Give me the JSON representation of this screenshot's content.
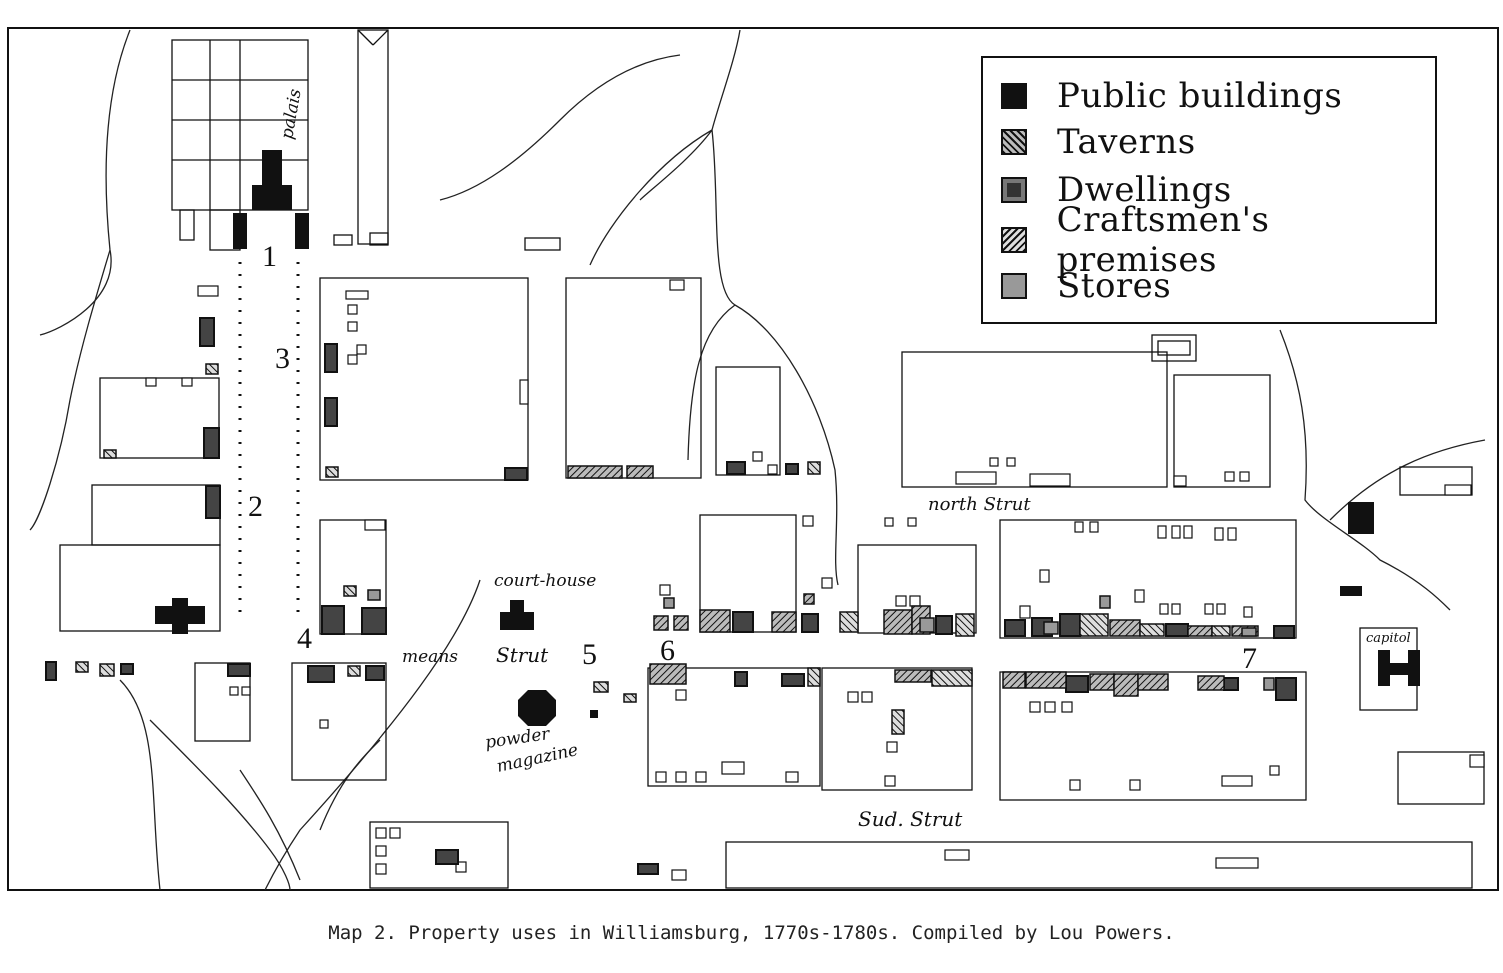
{
  "legend": {
    "items": [
      {
        "label": "Public buildings",
        "icon": "public-buildings-swatch-icon"
      },
      {
        "label": "Taverns",
        "icon": "taverns-swatch-icon"
      },
      {
        "label": "Dwellings",
        "icon": "dwellings-swatch-icon"
      },
      {
        "label": "Craftsmen's premises",
        "icon": "craftsmen-swatch-icon"
      },
      {
        "label": "Stores",
        "icon": "stores-swatch-icon"
      }
    ]
  },
  "map_labels": {
    "numbers": [
      "1",
      "2",
      "3",
      "4",
      "5",
      "6",
      "7"
    ],
    "palace": "palais",
    "court_house": "court-house",
    "means_street": "means",
    "street": "Strut",
    "powder_magazine_1": "powder",
    "powder_magazine_2": "magazine",
    "north_street": "north Strut",
    "sud_street": "Sud. Strut",
    "capitol": "capitol"
  },
  "caption": "Map 2. Property uses in Williamsburg, 1770s-1780s. Compiled by Lou Powers."
}
